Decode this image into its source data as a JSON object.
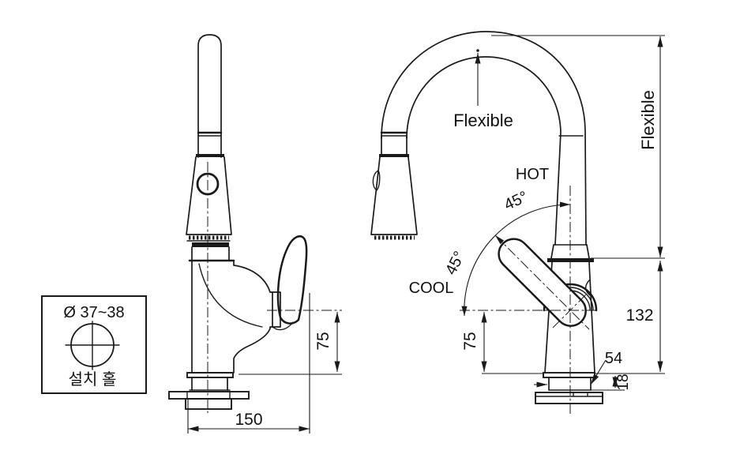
{
  "drawing": {
    "detail_box": {
      "diameter_label": "Ø 37~38",
      "caption": "설치 홀"
    },
    "left_view": {
      "dim_height": "75",
      "dim_length": "150"
    },
    "right_view": {
      "spout_label": "Flexible",
      "hot_label": "HOT",
      "cool_label": "COOL",
      "hot_angle": "45°",
      "cool_angle": "45°",
      "side_dim_flexible": "Flexible",
      "dim_body_height": "132",
      "dim_handle_height": "75",
      "dim_base_width": "54",
      "dim_base_height": "18"
    }
  }
}
